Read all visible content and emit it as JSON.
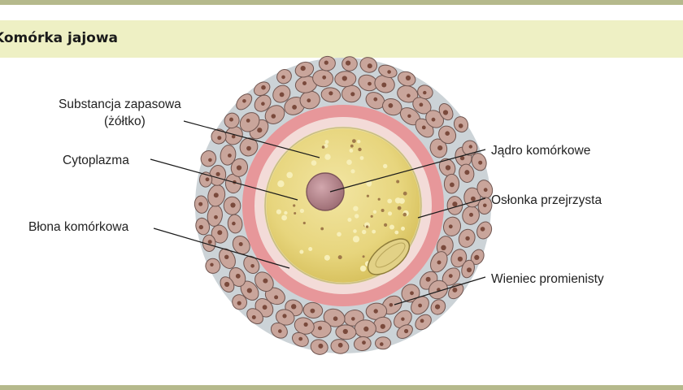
{
  "header": {
    "title": "Komórka jajowa"
  },
  "labels": {
    "yolk_line1": "Substancja zapasowa",
    "yolk_line2": "(żółtko)",
    "cytoplasm": "Cytoplazma",
    "membrane": "Błona komórkowa",
    "nucleus": "Jądro komórkowe",
    "zona": "Osłonka przejrzysta",
    "corona": "Wieniec promienisty"
  },
  "colors": {
    "yolk_fill": "#e9d87a",
    "zona": "#e7979a",
    "corona_cell": "#c9a59b",
    "nucleus": "#b9858c"
  }
}
